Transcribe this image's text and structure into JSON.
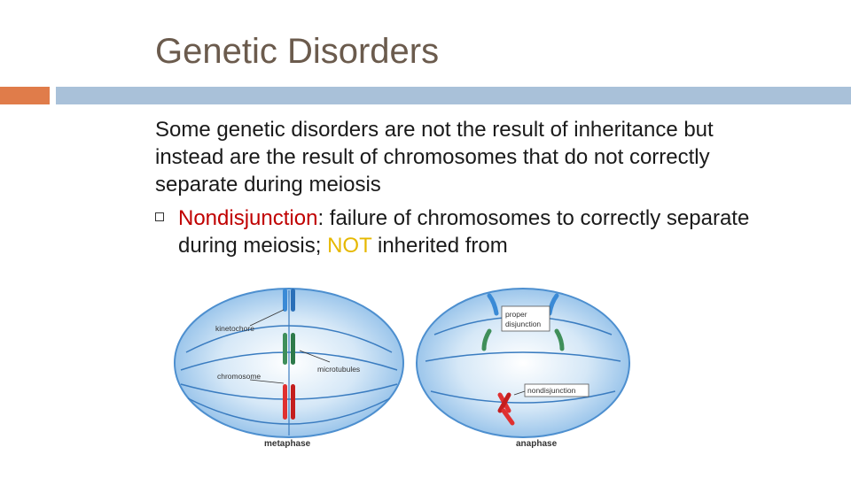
{
  "slide": {
    "title": "Genetic Disorders",
    "paragraph": "Some genetic disorders are not the result of inheritance but instead are the result of chromosomes that do not correctly separate during meiosis",
    "bullet": {
      "term": "Nondisjunction",
      "text_1": ": failure of chromosomes to correctly separate during meiosis; ",
      "emphasis": "NOT",
      "text_2": " inherited from"
    }
  },
  "diagram": {
    "labels": {
      "kinetochore": "kinetochore",
      "chromosome": "chromosome",
      "microtubules": "microtubules",
      "proper_1": "proper",
      "proper_2": "disjunction",
      "nondisjunction": "nondisjunction",
      "metaphase": "metaphase",
      "anaphase": "anaphase"
    }
  },
  "colors": {
    "accent_orange": "#e07c4a",
    "accent_blue": "#a9c1d9",
    "term_red": "#c00000",
    "emphasis_yellow": "#e6b800"
  }
}
